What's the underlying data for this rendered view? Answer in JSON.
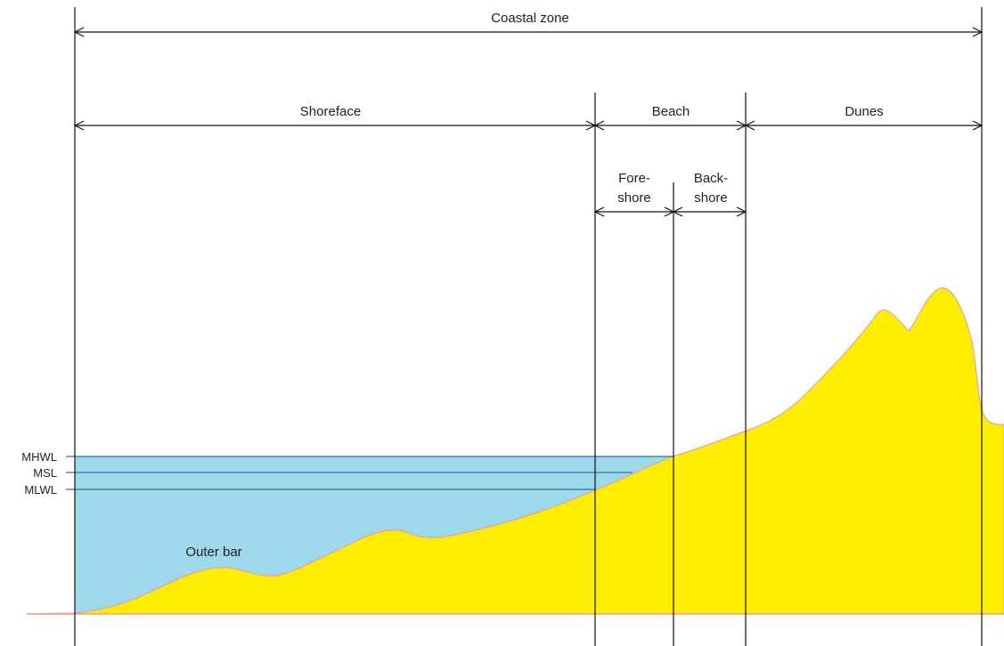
{
  "zones": {
    "coastal_zone": "Coastal zone",
    "shoreface": "Shoreface",
    "beach": "Beach",
    "dunes": "Dunes",
    "foreshore_line1": "Fore-",
    "foreshore_line2": "shore",
    "backshore_line1": "Back-",
    "backshore_line2": "shore"
  },
  "water_levels": {
    "mhwl": "MHWL",
    "msl": "MSL",
    "mlwl": "MLWL"
  },
  "features": {
    "outer_bar": "Outer bar"
  },
  "colors": {
    "sand": "#FFEE00",
    "sand_outline": "#E8A0A0",
    "water": "#9DD9EA",
    "water_line": "#2F6FB0",
    "line": "#111111"
  }
}
